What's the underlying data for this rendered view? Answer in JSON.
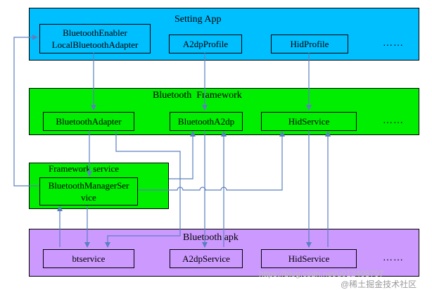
{
  "colors": {
    "app_layer": "#00bfff",
    "framework_layer": "#00ee00",
    "service_layer": "#00ee00",
    "apk_layer": "#cc99ff",
    "arrow": "#5b80c0"
  },
  "layers": {
    "setting_app": {
      "title": "Setting App",
      "boxes": [
        "BluetoothEnabler\nLocalBluetoothAdapter",
        "A2dpProfile",
        "HidProfile"
      ],
      "ellipsis": "……"
    },
    "framework": {
      "title": "Bluetooth  Framework",
      "boxes": [
        "BluetoothAdapter",
        "BluetoothA2dp",
        "HidService"
      ],
      "ellipsis": "……"
    },
    "framework_service": {
      "title": "Framework service",
      "boxes": [
        "BluetoothManagerSer\nvice"
      ]
    },
    "apk": {
      "title": "Bluetooth apk",
      "boxes": [
        "btservice",
        "A2dpService",
        "HidService"
      ],
      "ellipsis": "……"
    }
  },
  "watermark": {
    "url": "https://blog.csdn.net/u012408797",
    "site": "@稀土掘金技术社区"
  }
}
